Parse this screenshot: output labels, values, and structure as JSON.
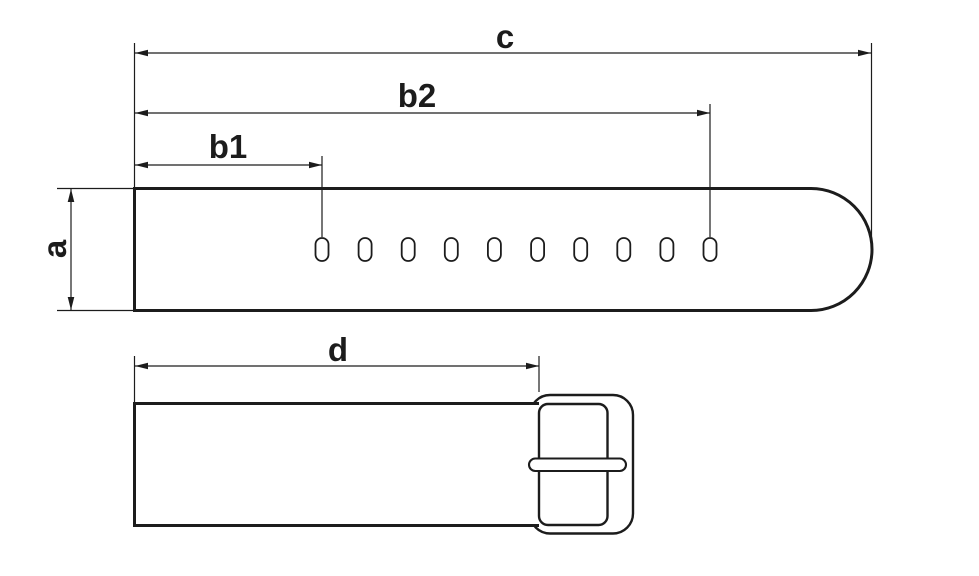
{
  "drawing": {
    "background": "#ffffff",
    "line_color": "#1c1c1c",
    "labels": {
      "a": "a",
      "b1": "b1",
      "b2": "b2",
      "c": "c",
      "d": "d"
    },
    "top_strap": {
      "hole_count": 10
    }
  }
}
